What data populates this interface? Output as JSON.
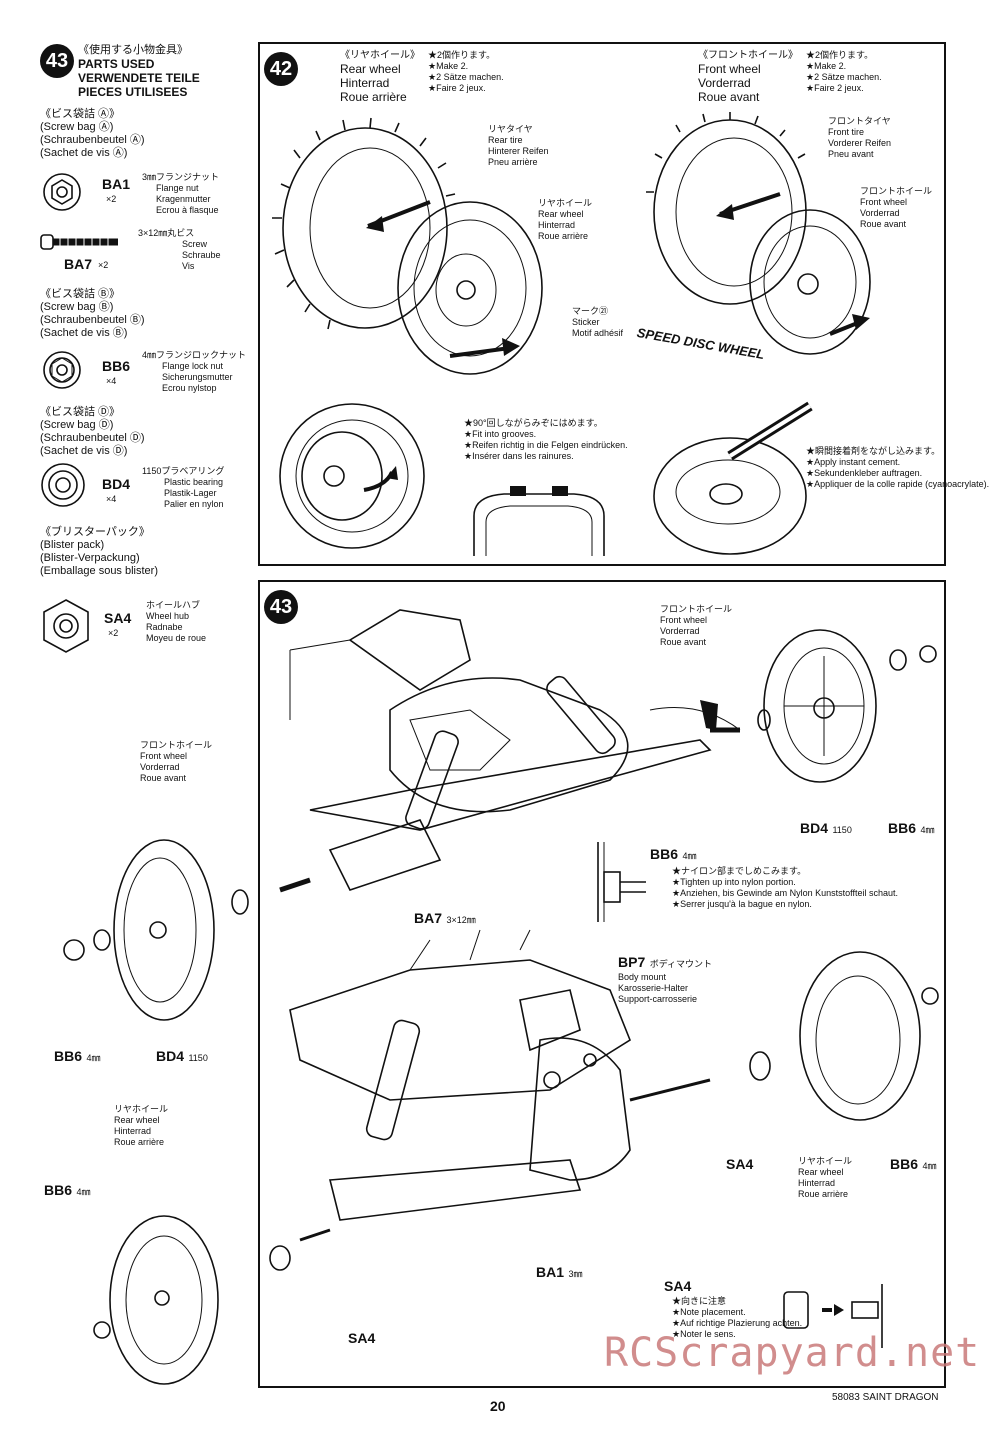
{
  "parts_panel": {
    "step": "43",
    "header_jp": "《使用する小物金具》",
    "header_en": "PARTS USED",
    "header_de": "VERWENDETE TEILE",
    "header_fr": "PIECES UTILISEES",
    "bags": [
      {
        "jp": "《ビス袋詰 Ⓐ》",
        "en": "(Screw bag Ⓐ)",
        "de": "(Schraubenbeutel Ⓐ)",
        "fr": "(Sachet de vis Ⓐ)"
      },
      {
        "jp": "《ビス袋詰 Ⓑ》",
        "en": "(Screw bag Ⓑ)",
        "de": "(Schraubenbeutel Ⓑ)",
        "fr": "(Sachet de vis Ⓑ)"
      },
      {
        "jp": "《ビス袋詰 Ⓓ》",
        "en": "(Screw bag Ⓓ)",
        "de": "(Schraubenbeutel Ⓓ)",
        "fr": "(Sachet de vis Ⓓ)"
      },
      {
        "jp": "《ブリスターパック》",
        "en": "(Blister pack)",
        "de": "(Blister-Verpackung)",
        "fr": "(Emballage sous blister)"
      }
    ],
    "parts": [
      {
        "code": "BA1",
        "qty": "×2",
        "jp": "3㎜フランジナット",
        "en": "Flange nut",
        "de": "Kragenmutter",
        "fr": "Ecrou à flasque"
      },
      {
        "code": "BA7",
        "qty": "×2",
        "jp": "3×12㎜丸ビス",
        "en": "Screw",
        "de": "Schraube",
        "fr": "Vis"
      },
      {
        "code": "BB6",
        "qty": "×4",
        "jp": "4㎜フランジロックナット",
        "en": "Flange lock nut",
        "de": "Sicherungsmutter",
        "fr": "Ecrou nylstop"
      },
      {
        "code": "BD4",
        "qty": "×4",
        "jp": "1150プラベアリング",
        "en": "Plastic bearing",
        "de": "Plastik-Lager",
        "fr": "Palier en nylon"
      },
      {
        "code": "SA4",
        "qty": "×2",
        "jp": "ホイールハブ",
        "en": "Wheel hub",
        "de": "Radnabe",
        "fr": "Moyeu de roue"
      }
    ]
  },
  "step42": {
    "number": "42",
    "rear": {
      "jp": "《リヤホイール》",
      "en": "Rear wheel",
      "de": "Hinterrad",
      "fr": "Roue arrière"
    },
    "rear_make": {
      "jp": "★2個作ります。",
      "en": "★Make 2.",
      "de": "★2 Sätze machen.",
      "fr": "★Faire 2 jeux."
    },
    "front": {
      "jp": "《フロントホイール》",
      "en": "Front wheel",
      "de": "Vorderrad",
      "fr": "Roue avant"
    },
    "front_make": {
      "jp": "★2個作ります。",
      "en": "★Make 2.",
      "de": "★2 Sätze machen.",
      "fr": "★Faire 2 jeux."
    },
    "rear_tire": {
      "jp": "リヤタイヤ",
      "en": "Rear tire",
      "de": "Hinterer Reifen",
      "fr": "Pneu arrière"
    },
    "rear_wheel": {
      "jp": "リヤホイール",
      "en": "Rear wheel",
      "de": "Hinterrad",
      "fr": "Roue arrière"
    },
    "front_tire": {
      "jp": "フロントタイヤ",
      "en": "Front tire",
      "de": "Vorderer Reifen",
      "fr": "Pneu avant"
    },
    "front_wheel": {
      "jp": "フロントホイール",
      "en": "Front wheel",
      "de": "Vorderrad",
      "fr": "Roue avant"
    },
    "sticker": {
      "jp": "マーク㉑",
      "en": "Sticker",
      "fr": "Motif adhésif"
    },
    "logo": "SPEED DISC WHEEL",
    "groove_note": {
      "jp": "★90°回しながらみぞにはめます。",
      "en": "★Fit into grooves.",
      "de": "★Reifen richtig in die Felgen eindrücken.",
      "fr": "★Insérer dans les rainures."
    },
    "cement_note": {
      "jp": "★瞬間接着剤をながし込みます。",
      "en": "★Apply instant cement.",
      "de": "★Sekundenkleber auftragen.",
      "fr": "★Appliquer de la colle rapide (cyanoacrylate)."
    }
  },
  "step43": {
    "number": "43",
    "front_wheel_r": {
      "jp": "フロントホイール",
      "en": "Front wheel",
      "de": "Vorderrad",
      "fr": "Roue avant"
    },
    "front_wheel_l": {
      "jp": "フロントホイール",
      "en": "Front wheel",
      "de": "Vorderrad",
      "fr": "Roue avant"
    },
    "rear_wheel_r": {
      "jp": "リヤホイール",
      "en": "Rear wheel",
      "de": "Hinterrad",
      "fr": "Roue arrière"
    },
    "rear_wheel_l": {
      "jp": "リヤホイール",
      "en": "Rear wheel",
      "de": "Hinterrad",
      "fr": "Roue arrière"
    },
    "bd4": "BD4",
    "bd4_size": "1150",
    "bb6": "BB6",
    "bb6_size": "4㎜",
    "ba7": "BA7",
    "ba7_size": "3×12㎜",
    "ba1": "BA1",
    "ba1_size": "3㎜",
    "sa4": "SA4",
    "bp7": {
      "code": "BP7",
      "jp": "ボディマウント",
      "en": "Body mount",
      "de": "Karosserie-Halter",
      "fr": "Support-carrosserie"
    },
    "nylon_note": {
      "jp": "★ナイロン部までしめこみます。",
      "en": "★Tighten up into nylon portion.",
      "de": "★Anziehen, bis Gewinde am Nylon Kunststoffteil schaut.",
      "fr": "★Serrer jusqu'à la bague en nylon."
    },
    "sa4_note": {
      "jp": "★向きに注意",
      "en": "★Note placement.",
      "de": "★Auf richtige Plazierung achten.",
      "fr": "★Noter le sens."
    }
  },
  "footer": {
    "page": "20",
    "code": "58083 SAINT DRAGON"
  },
  "watermark": "RCScrapyard.net"
}
